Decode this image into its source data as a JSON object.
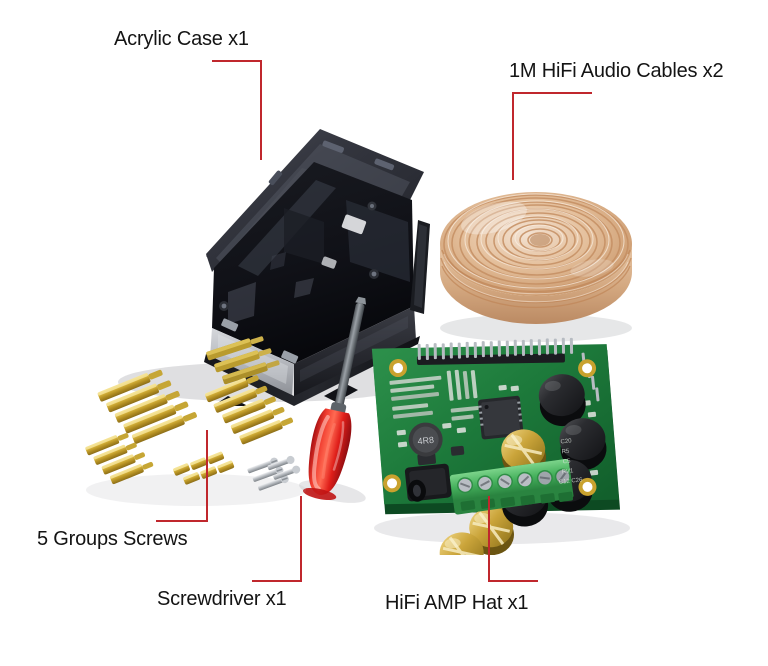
{
  "scene": {
    "title": "Raspberry Pi HiFi AMP Hat kit contents",
    "background_color": "#ffffff",
    "leader_color": "#C0272D",
    "label_color": "#141414"
  },
  "annotations": [
    {
      "id": "acrylic-case",
      "label": "Acrylic Case x1",
      "target": "dark smoked acrylic enclosure shown open in three-quarter view"
    },
    {
      "id": "audio-cables",
      "label": "1M HiFi Audio Cables x2",
      "target": "coil of clear-jacketed copper speaker wire"
    },
    {
      "id": "screws",
      "label": "5 Groups Screws",
      "target": "brass hex standoffs, nuts and silver machine screws"
    },
    {
      "id": "screwdriver",
      "label": "Screwdriver x1",
      "target": "red handled flat screwdriver"
    },
    {
      "id": "amp-hat",
      "label": "HiFi AMP Hat x1",
      "target": "green amplifier HAT circuit board"
    }
  ],
  "parts": {
    "case": {
      "name": "Acrylic Case",
      "quantity": "x1",
      "material": "smoked acrylic",
      "color": "#2b2d33"
    },
    "cables": {
      "name": "1M HiFi Audio Cables",
      "quantity": "x2",
      "length": "1M",
      "color": "#d9a57a"
    },
    "screws": {
      "name": "5 Groups Screws",
      "quantity": "5 Groups",
      "color": "#c9a227",
      "groups": [
        "long brass standoffs",
        "medium brass standoffs",
        "short brass standoffs",
        "brass nuts",
        "silver machine screws"
      ]
    },
    "screwdriver": {
      "name": "Screwdriver",
      "quantity": "x1",
      "handle_color": "#e8231f",
      "shaft_color": "#6f7479"
    },
    "amp_hat": {
      "name": "HiFi AMP Hat",
      "quantity": "x1",
      "pcb_color": "#1f7a3d",
      "components": [
        "40-pin GPIO header",
        "6-position green screw terminal block",
        "DC barrel jack",
        "gold electrolytic capacitors",
        "black electrolytic capacitors",
        "power inductor",
        "amplifier IC",
        "gold plated mounting holes"
      ]
    }
  }
}
